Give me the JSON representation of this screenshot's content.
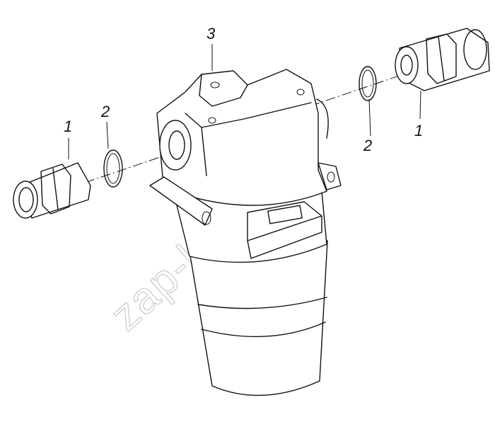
{
  "callouts": {
    "fitting_left": "1",
    "oring_left": "2",
    "filter_body": "3",
    "oring_right": "2",
    "fitting_right": "1"
  },
  "watermark": "zap-kam.ru",
  "colors": {
    "line": "#111111",
    "watermark": "#c9c9c9",
    "background": "#ffffff"
  }
}
